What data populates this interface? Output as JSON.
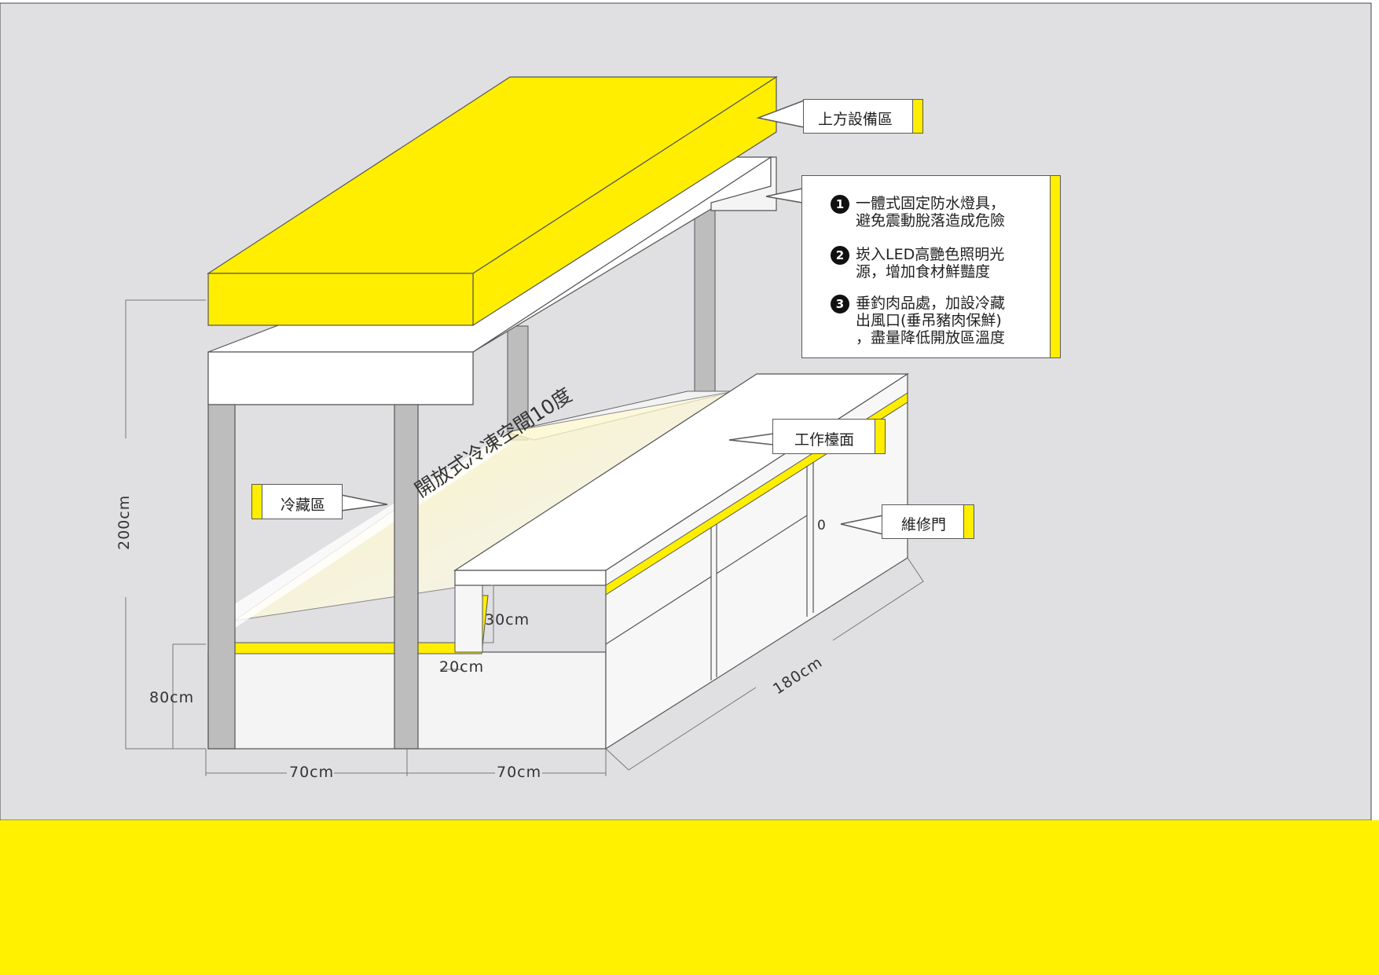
{
  "diagram": {
    "vertical_label": "開放式冷凍空間10度",
    "callouts": {
      "upper_equipment": "上方設備區",
      "work_counter": "工作檯面",
      "cold_storage": "冷藏區",
      "repair_door": "維修門"
    },
    "features": [
      {
        "num": "1",
        "line1": "一體式固定防水燈具，",
        "line2": "避免震動脫落造成危險",
        "line3": ""
      },
      {
        "num": "2",
        "line1": "崁入LED高艷色照明光",
        "line2": "源，增加食材鮮豔度",
        "line3": ""
      },
      {
        "num": "3",
        "line1": "垂釣肉品處，加設冷藏",
        "line2": "出風口(垂吊豬肉保鮮)",
        "line3": "，盡量降低開放區溫度"
      }
    ],
    "dimensions": {
      "height_total": "200cm",
      "height_base": "80cm",
      "width_left": "70cm",
      "width_right": "70cm",
      "length": "180cm",
      "ledge_height": "30cm",
      "ledge_depth": "20cm"
    },
    "door_marker": "0"
  },
  "colors": {
    "background": "#e0e0e2",
    "accent_yellow": "#ffee00",
    "bottom_band": "#fff100",
    "post_gray": "#bdbdbd",
    "line": "#555555"
  }
}
